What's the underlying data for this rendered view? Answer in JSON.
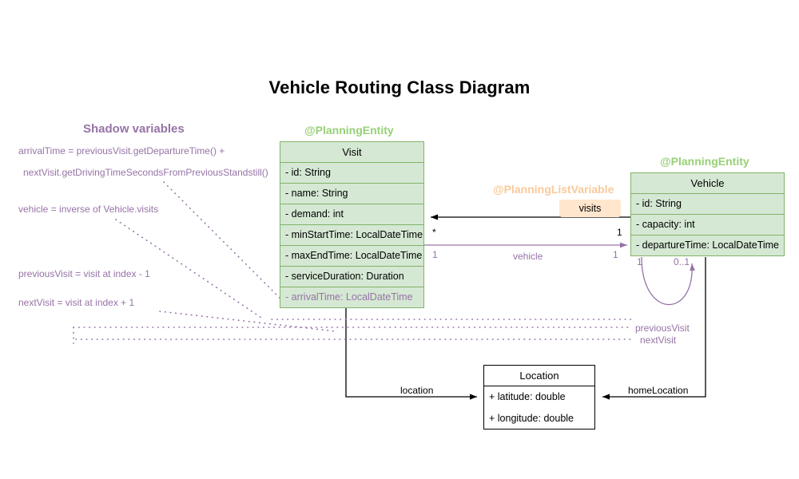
{
  "title": "Vehicle Routing Class Diagram",
  "palette": {
    "class_fill": "#d5e8d4",
    "class_stroke": "#82b366",
    "stereotype_green": "#97d077",
    "stereotype_orange": "#fac99a",
    "shadow_purple": "#9673a6",
    "badge_fill": "#ffe6cc",
    "edge_black": "#000000",
    "background": "#ffffff"
  },
  "shadow_panel": {
    "heading": "Shadow variables",
    "notes": [
      "arrivalTime = previousVisit.getDepartureTime() +",
      "nextVisit.getDrivingTimeSecondsFromPreviousStandstill()",
      "vehicle = inverse of Vehicle.visits",
      "previousVisit = visit at index - 1",
      "nextVisit = visit at index + 1"
    ]
  },
  "classes": {
    "visit": {
      "stereotype": "@PlanningEntity",
      "name": "Visit",
      "attributes": [
        {
          "text": "- id: String",
          "shadow": false
        },
        {
          "text": "- name: String",
          "shadow": false
        },
        {
          "text": "- demand: int",
          "shadow": false
        },
        {
          "text": "- minStartTime: LocalDateTime",
          "shadow": false
        },
        {
          "text": "- maxEndTime: LocalDateTime",
          "shadow": false
        },
        {
          "text": "- serviceDuration: Duration",
          "shadow": false
        },
        {
          "text": "- arrivalTime: LocalDateTime",
          "shadow": true
        }
      ]
    },
    "vehicle": {
      "stereotype": "@PlanningEntity",
      "name": "Vehicle",
      "attributes": [
        {
          "text": "- id: String",
          "shadow": false
        },
        {
          "text": "- capacity: int",
          "shadow": false
        },
        {
          "text": "- departureTime: LocalDateTime",
          "shadow": false
        }
      ]
    },
    "location": {
      "name": "Location",
      "attributes": [
        {
          "text": "+ latitude: double",
          "shadow": false
        },
        {
          "text": "+ longitude: double",
          "shadow": false
        }
      ]
    }
  },
  "annotations": {
    "planning_list_variable": "@PlanningListVariable",
    "visits_badge": "visits"
  },
  "edges": {
    "visits": {
      "label": "visits",
      "source_multiplicity": "1",
      "target_multiplicity": "*"
    },
    "vehicle": {
      "label": "vehicle",
      "source_multiplicity": "1",
      "target_multiplicity": "1"
    },
    "previous_visit": {
      "label": "previousVisit"
    },
    "next_visit": {
      "label": "nextVisit"
    },
    "self_loop": {
      "source_multiplicity": "1",
      "target_multiplicity": "0..1"
    },
    "location": {
      "label": "location"
    },
    "home_location": {
      "label": "homeLocation"
    }
  }
}
